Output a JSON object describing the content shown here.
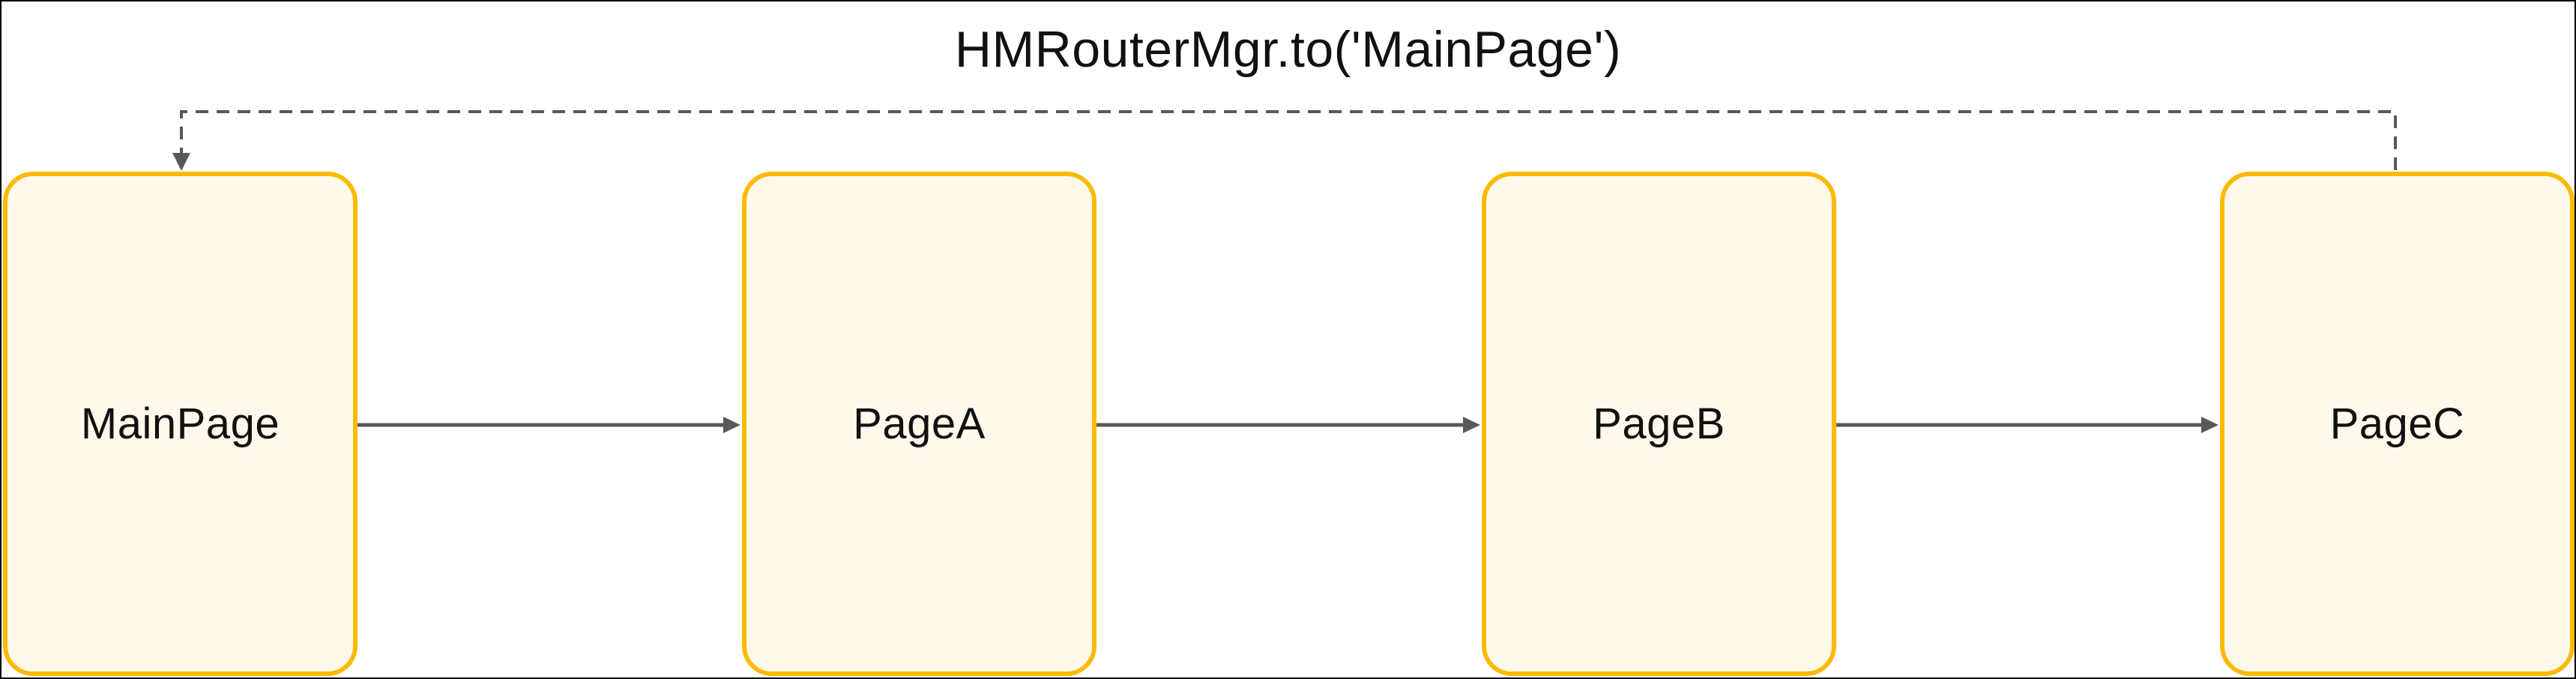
{
  "diagram": {
    "title_label": "HMRouterMgr.to('MainPage')",
    "nodes": [
      {
        "id": "MainPage",
        "label": "MainPage"
      },
      {
        "id": "PageA",
        "label": "PageA"
      },
      {
        "id": "PageB",
        "label": "PageB"
      },
      {
        "id": "PageC",
        "label": "PageC"
      }
    ],
    "edges": [
      {
        "from": "MainPage",
        "to": "PageA",
        "style": "solid-arrow"
      },
      {
        "from": "PageA",
        "to": "PageB",
        "style": "solid-arrow"
      },
      {
        "from": "PageB",
        "to": "PageC",
        "style": "solid-arrow"
      },
      {
        "from": "PageC",
        "to": "MainPage",
        "style": "dashed-arrow",
        "label": "HMRouterMgr.to('MainPage')"
      }
    ],
    "colors": {
      "node_border": "#FBBA00",
      "node_fill": "#FFF9EC",
      "connector": "#595959",
      "frame": "#000000",
      "text": "#111111"
    }
  }
}
